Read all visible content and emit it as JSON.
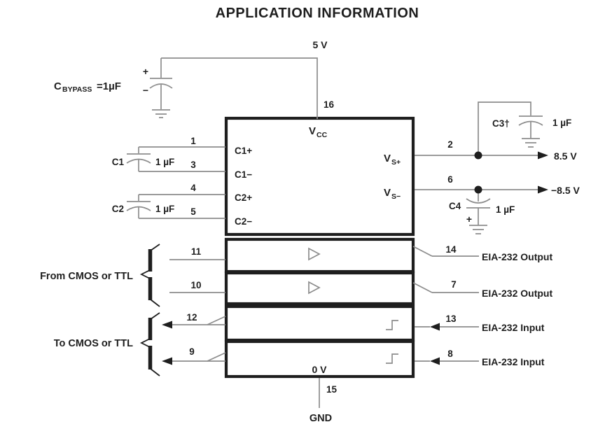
{
  "title": "APPLICATION INFORMATION",
  "colors": {
    "ink": "#1e1e1e",
    "wire": "#8d8d8d"
  },
  "power": {
    "five_v": "5 V",
    "pos_rail": "8.5 V",
    "neg_rail": "−8.5 V",
    "zero_v": "0 V",
    "gnd": "GND"
  },
  "bypass": {
    "prefix": "C",
    "sub": "BYPASS",
    "value": "=1µF",
    "plus": "+",
    "minus": "−"
  },
  "ic": {
    "vcc_base": "V",
    "vcc_sub": "CC",
    "vsp_base": "V",
    "vsp_sub": "S+",
    "vsm_base": "V",
    "vsm_sub": "S−",
    "c1_plus": "C1+",
    "c1_minus": "C1−",
    "c2_plus": "C2+",
    "c2_minus": "C2−"
  },
  "pins": {
    "p1": "1",
    "p2": "2",
    "p3": "3",
    "p4": "4",
    "p5": "5",
    "p6": "6",
    "p7": "7",
    "p8": "8",
    "p9": "9",
    "p10": "10",
    "p11": "11",
    "p12": "12",
    "p13": "13",
    "p14": "14",
    "p15": "15",
    "p16": "16"
  },
  "caps": {
    "c1_name": "C1",
    "c1_value": "1 µF",
    "c2_name": "C2",
    "c2_value": "1 µF",
    "c3_name": "C3†",
    "c3_value": "1 µF",
    "c4_name": "C4",
    "c4_value": "1 µF",
    "c4_plus": "+"
  },
  "io": {
    "from_cmos": "From CMOS or TTL",
    "to_cmos": "To CMOS or TTL",
    "eia_output": "EIA-232 Output",
    "eia_input": "EIA-232 Input"
  }
}
